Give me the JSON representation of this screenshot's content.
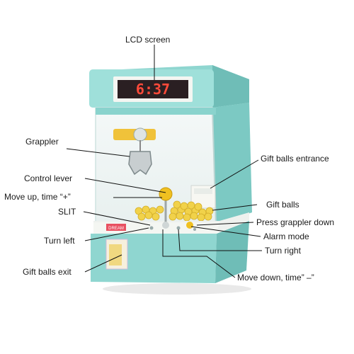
{
  "labels": {
    "lcd_screen": "LCD screen",
    "grappler": "Grappler",
    "gift_balls_entrance": "Gift balls entrance",
    "control_lever": "Control lever",
    "move_up": "Move up, time “+”",
    "gift_balls": "Gift balls",
    "slit": "SLIT",
    "press_grappler_down": "Press grappler down",
    "turn_left": "Turn left",
    "alarm_mode": "Alarm mode",
    "turn_right": "Turn right",
    "gift_balls_exit": "Gift balls exit",
    "move_down": "Move down, time” –”"
  },
  "device": {
    "lcd_time": "6:37",
    "front_panel_text": "DREAM"
  },
  "colors": {
    "body": "#8ad3cd",
    "body_dark": "#6fbdb7",
    "body_light": "#aee3de",
    "white_panel": "#f4f6f2",
    "lcd": "#2a1f22",
    "lcd_digits": "#ff4a3a",
    "ball": "#f1d24a",
    "lever_knob": "#f0c020",
    "leader": "#111111"
  }
}
